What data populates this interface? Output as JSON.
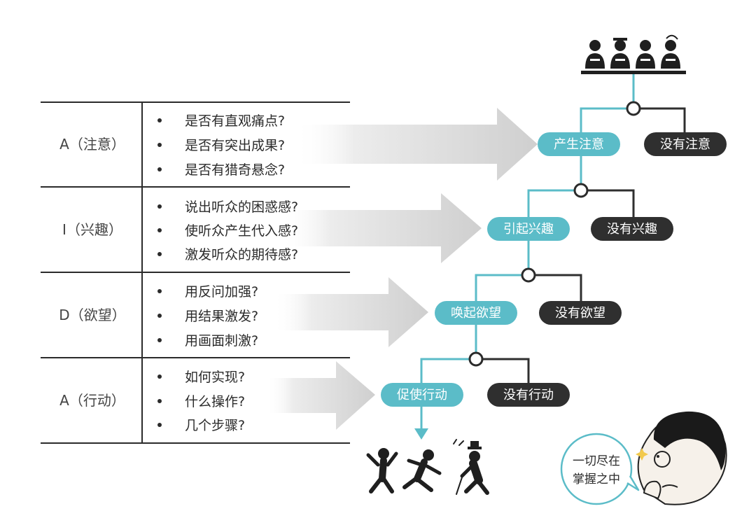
{
  "stages": [
    {
      "label": "A（注意）",
      "questions": [
        "是否有直观痛点?",
        "是否有突出成果?",
        "是否有猎奇悬念?"
      ]
    },
    {
      "label": "I（兴趣）",
      "questions": [
        "说出听众的困惑感?",
        "使听众产生代入感?",
        "激发听众的期待感?"
      ]
    },
    {
      "label": "D（欲望）",
      "questions": [
        "用反问加强?",
        "用结果激发?",
        "用画面刺激?"
      ]
    },
    {
      "label": "A（行动）",
      "questions": [
        "如何实现?",
        "什么操作?",
        "几个步骤?"
      ]
    }
  ],
  "flow": [
    {
      "yes": "产生注意",
      "no": "没有注意"
    },
    {
      "yes": "引起兴趣",
      "no": "没有兴趣"
    },
    {
      "yes": "唤起欲望",
      "no": "没有欲望"
    },
    {
      "yes": "促使行动",
      "no": "没有行动"
    }
  ],
  "speech_bubble": [
    "一切尽在",
    "掌握之中"
  ],
  "colors": {
    "teal": "#5bbcc8",
    "dark": "#2f2f2f",
    "line": "#2b2b2b",
    "arrow": "#d4d4d4"
  },
  "icons": [
    "audience-icon",
    "running-figures-icon",
    "thinking-man-icon"
  ]
}
